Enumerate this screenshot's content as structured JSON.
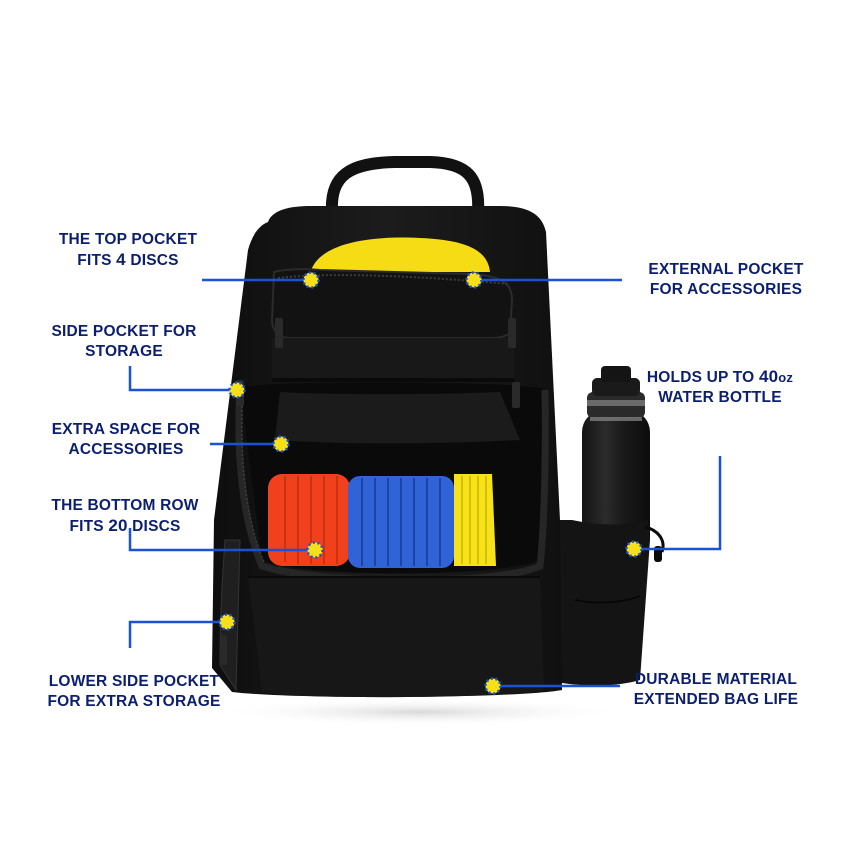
{
  "image": {
    "subject": "disc golf backpack with feature callouts",
    "colors": {
      "label_text": "#0c1f6e",
      "leader_line": "#1a52d6",
      "marker_fill": "#f7e01a",
      "marker_dots": "#1a52d6",
      "bag_body": "#151515",
      "disc_red": "#f0411c",
      "disc_blue": "#2f63d6",
      "disc_yellow": "#f7e21a"
    }
  },
  "callouts": {
    "top_pocket": {
      "line1": "THE TOP POCKET",
      "line2_prefix": "FITS ",
      "line2_num": "4",
      "line2_suffix": " DISCS"
    },
    "side_pocket": {
      "line1": "SIDE POCKET FOR",
      "line2": "STORAGE"
    },
    "extra_space": {
      "line1": "EXTRA SPACE FOR",
      "line2": "ACCESSORIES"
    },
    "bottom_row": {
      "line1": "THE BOTTOM ROW",
      "line2_prefix": "FITS ",
      "line2_num": "20",
      "line2_suffix": " DISCS"
    },
    "lower_side_pocket": {
      "line1": "LOWER SIDE POCKET",
      "line2": "FOR EXTRA STORAGE"
    },
    "external_pocket": {
      "line1": "EXTERNAL POCKET",
      "line2": "FOR ACCESSORIES"
    },
    "water_bottle": {
      "line1_prefix": "HOLDS UP TO ",
      "line1_num": "40",
      "line1_unit": "oz",
      "line2": "WATER BOTTLE"
    },
    "durable_material": {
      "line1": "DURABLE MATERIAL",
      "line2": "EXTENDED BAG LIFE"
    }
  }
}
